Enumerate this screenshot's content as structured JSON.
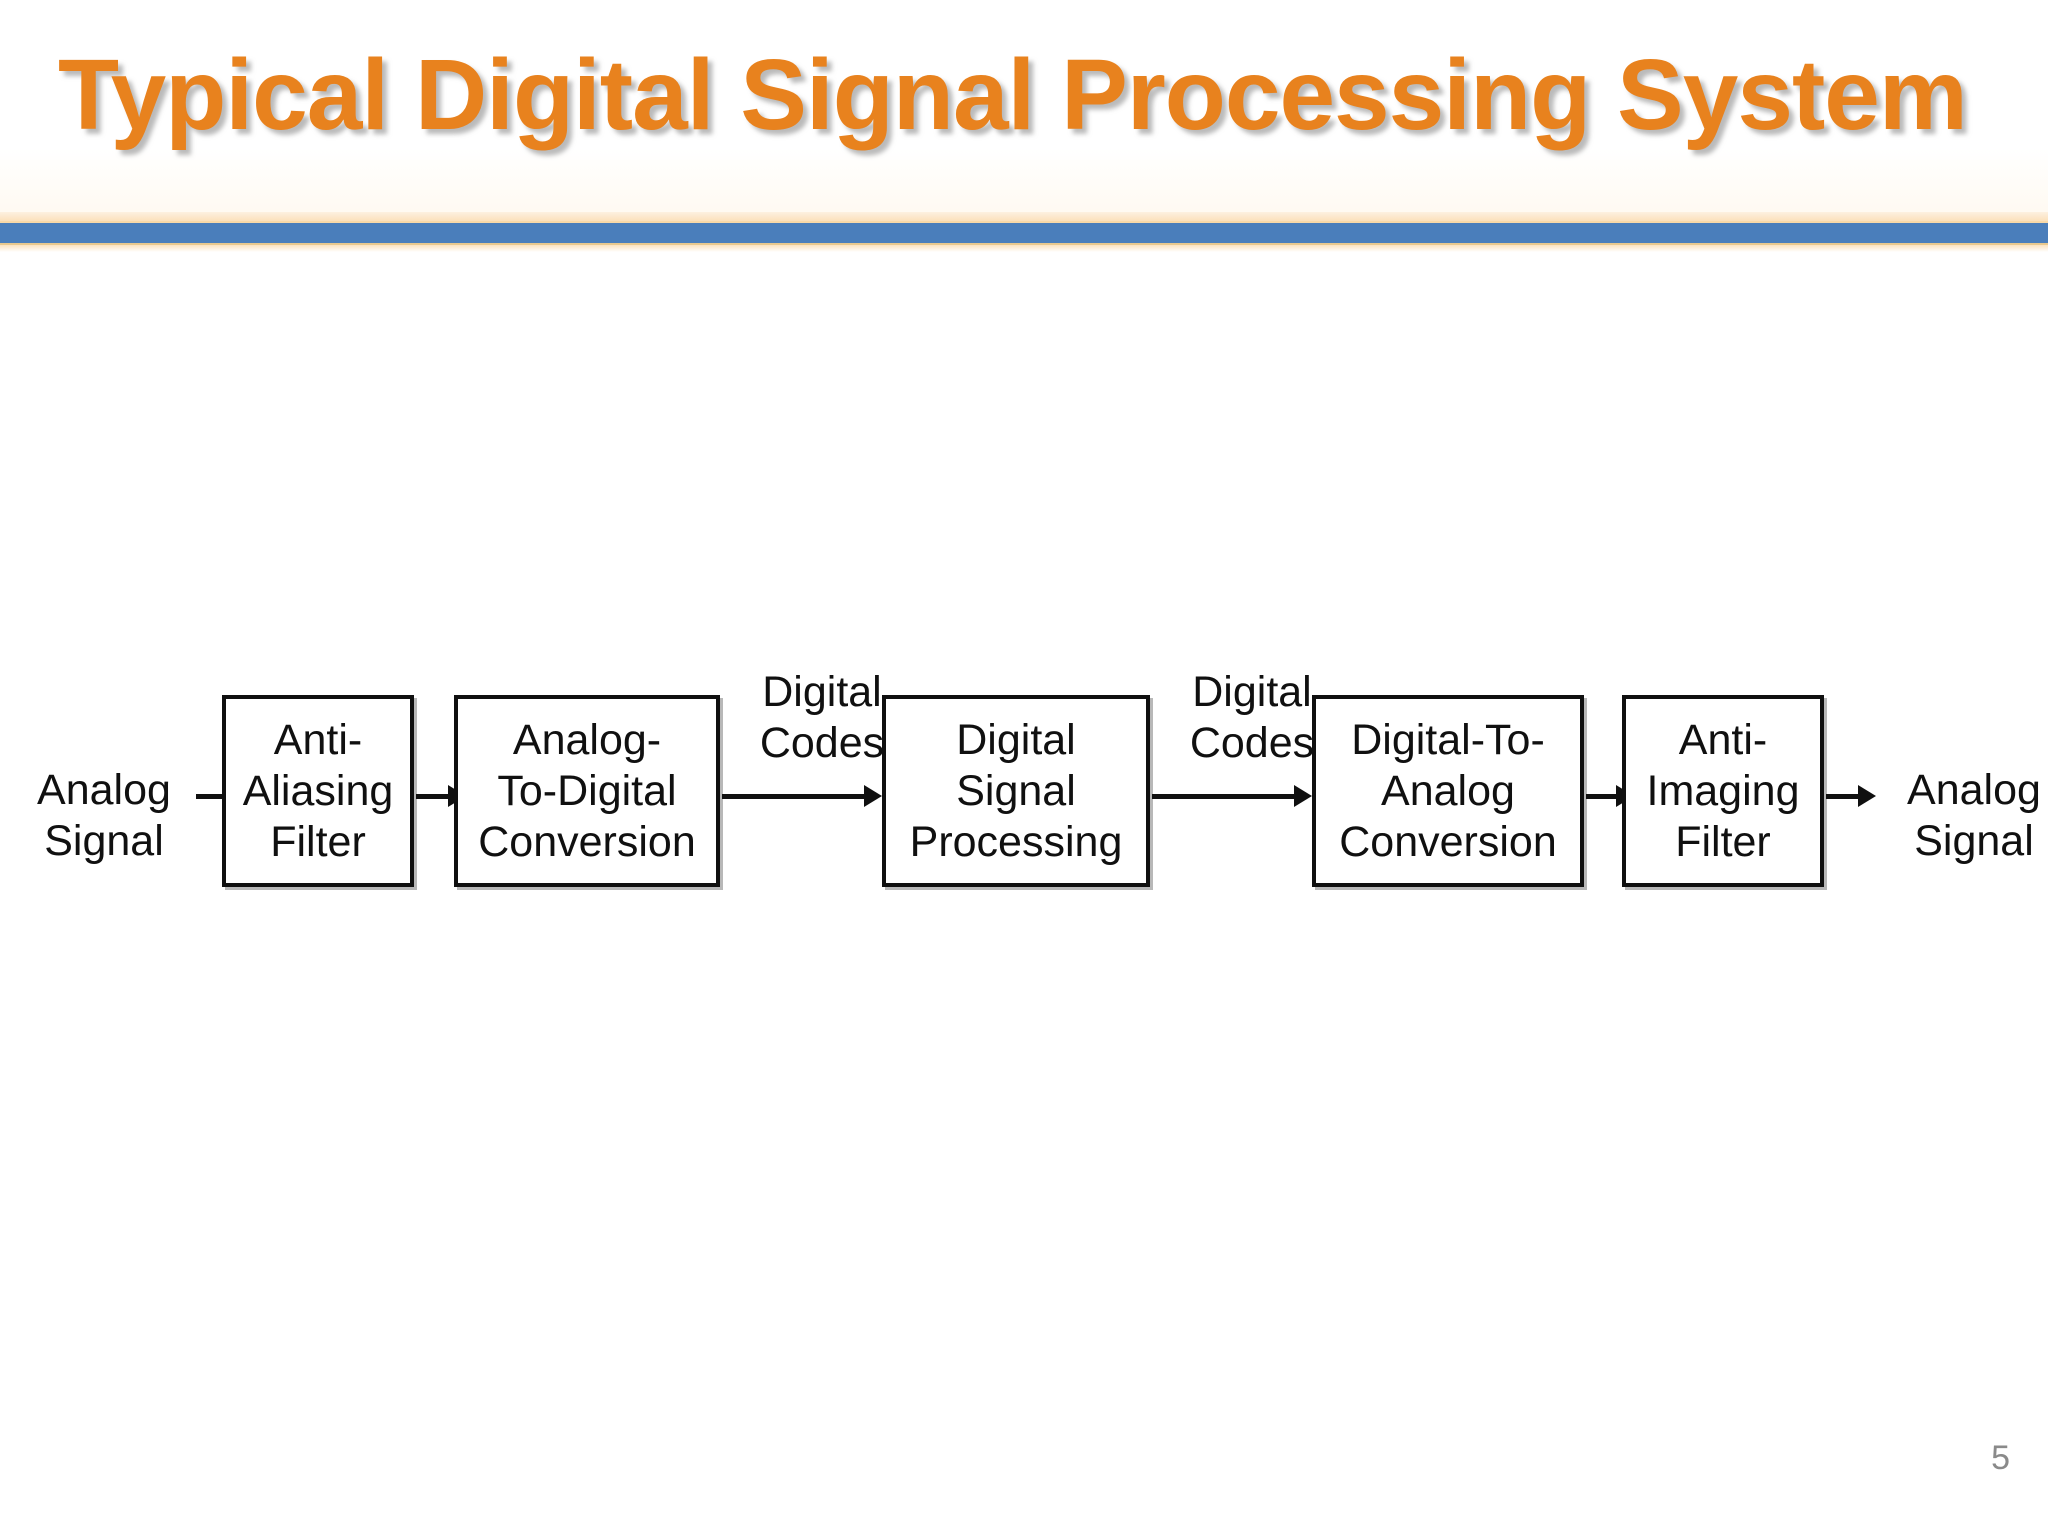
{
  "slide": {
    "title": "Typical Digital Signal Processing System",
    "page_number": "5",
    "accent_orange": "#E8821E",
    "accent_blue": "#4A7EBB",
    "accent_cream": "#FBE2BE",
    "background": "#FFFFFF"
  },
  "diagram": {
    "type": "block-diagram",
    "title": "Typical Digital Signal Processing System",
    "input_label": "Analog\nSignal",
    "output_label": "Analog\nSignal",
    "blocks": [
      {
        "id": "anti-aliasing-filter",
        "label": "Anti-\nAliasing\nFilter"
      },
      {
        "id": "analog-to-digital-conversion",
        "label": "Analog-\nTo-Digital\nConversion"
      },
      {
        "id": "digital-signal-processing",
        "label": "Digital\nSignal\nProcessing"
      },
      {
        "id": "digital-to-analog-conversion",
        "label": "Digital-To-\nAnalog\nConversion"
      },
      {
        "id": "anti-imaging-filter",
        "label": "Anti-\nImaging\nFilter"
      }
    ],
    "edge_labels": [
      {
        "id": "digital-codes-1",
        "label": "Digital\nCodes"
      },
      {
        "id": "digital-codes-2",
        "label": "Digital\nCodes"
      }
    ],
    "flow": "Analog Signal -> Anti-Aliasing Filter -> Analog-To-Digital Conversion -> Digital Codes -> Digital Signal Processing -> Digital Codes -> Digital-To-Analog Conversion -> Anti-Imaging Filter -> Analog Signal"
  }
}
